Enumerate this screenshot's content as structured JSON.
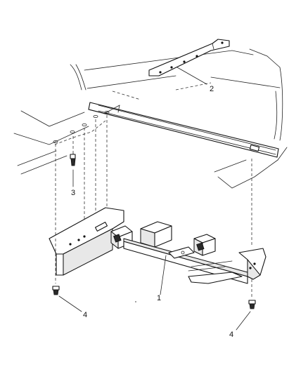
{
  "callouts": {
    "c1": "1",
    "c2": "2",
    "c3": "3",
    "c4a": "4",
    "c4b": "4"
  }
}
